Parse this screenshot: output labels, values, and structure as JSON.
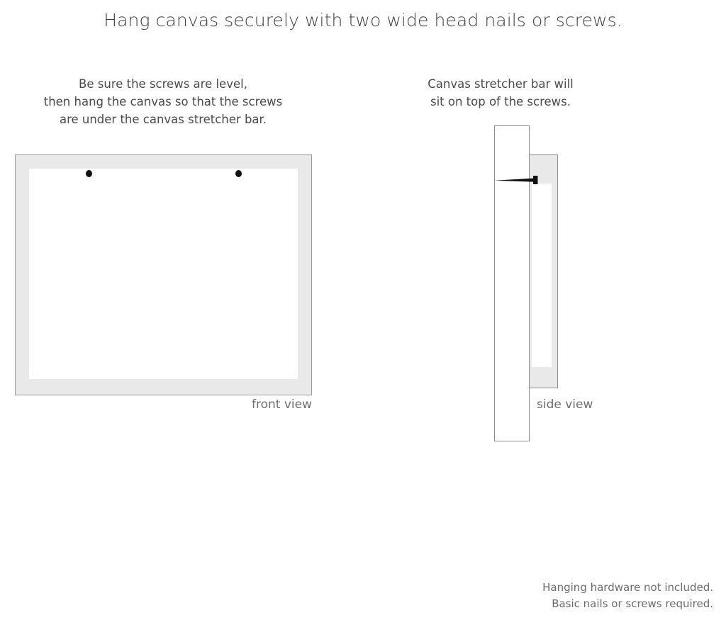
{
  "title": "Hang canvas securely with two wide head nails or screws.",
  "captions": {
    "front": {
      "line1": "Be sure the screws are level,",
      "line2": "then hang the canvas so that the screws",
      "line3": "are under the canvas stretcher bar."
    },
    "side": {
      "line1": "Canvas stretcher bar will",
      "line2": "sit on top of the screws."
    }
  },
  "labels": {
    "front_view": "front view",
    "side_view": "side view"
  },
  "disclaimer": {
    "line1": "Hanging hardware not included.",
    "line2": "Basic nails or screws required."
  },
  "colors": {
    "text_dark": "#3f3f3f",
    "text_body": "#4a4a4a",
    "text_muted": "#6e6e6e",
    "frame_fill": "#e9e9e9",
    "frame_stroke": "#8e8e8e",
    "canvas_face": "#ffffff",
    "hardware": "#111111",
    "background": "#ffffff"
  },
  "diagram": {
    "front_view": {
      "screw_count": 2,
      "screw_positions": [
        "left",
        "right"
      ]
    },
    "side_view": {
      "parts": [
        "wall",
        "canvas-stretcher-bar",
        "canvas-face",
        "nail"
      ]
    }
  }
}
